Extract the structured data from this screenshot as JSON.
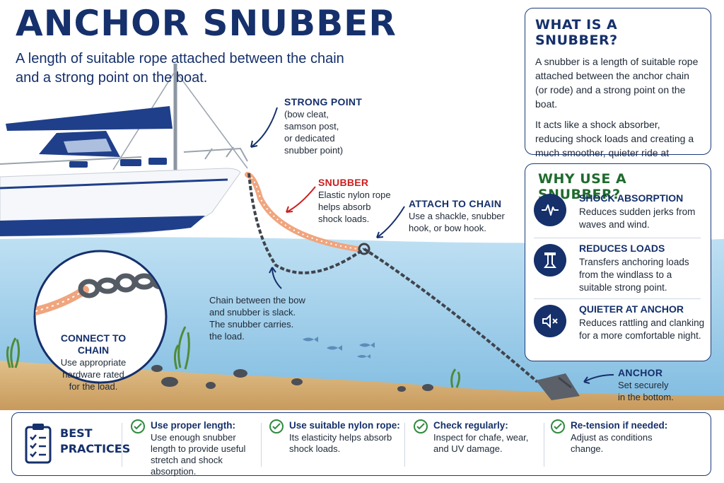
{
  "header": {
    "title": "ANCHOR SNUBBER",
    "subtitle": "A length of suitable rope attached between the chain and a strong point on the boat."
  },
  "callouts": {
    "strong_point": {
      "heading": "STRONG POINT",
      "body": "(bow cleat,\nsamson post,\nor dedicated\nsnubber point)"
    },
    "snubber": {
      "heading": "SNUBBER",
      "body": "Elastic nylon rope\nhelps absorb\nshock loads."
    },
    "attach": {
      "heading": "ATTACH TO CHAIN",
      "body": "Use a shackle, snubber\nhook, or bow hook."
    },
    "slack": {
      "body": "Chain between the bow\nand snubber is slack.\nThe snubber carries.\nthe load."
    },
    "anchor": {
      "heading": "ANCHOR",
      "body": "Set securely\nin the bottom."
    },
    "connect": {
      "heading": "CONNECT TO CHAIN",
      "body": "Use appropriate\nhardware rated\nfor the load."
    }
  },
  "what_card": {
    "title": "WHAT IS A SNUBBER?",
    "para1": "A snubber is a length of suitable rope attached between the anchor chain (or rode) and a strong point on the boat.",
    "para2": "It acts like a shock absorber, reducing shock loads and creating a much smoother, quieter ride at anchor."
  },
  "why_card": {
    "title": "WHY USE A SNUBBER?",
    "items": [
      {
        "icon": "waveform-icon",
        "heading": "SHOCK ABSORPTION",
        "body": "Reduces sudden jerks from waves and wind."
      },
      {
        "icon": "weight-icon",
        "heading": "REDUCES LOADS",
        "body": "Transfers anchoring loads from the windlass to a suitable strong point."
      },
      {
        "icon": "mute-speaker-icon",
        "heading": "QUIETER AT ANCHOR",
        "body": "Reduces rattling and clanking for a more comfortable night."
      }
    ]
  },
  "best_practices": {
    "heading_line1": "BEST",
    "heading_line2": "PRACTICES",
    "items": [
      {
        "heading": "Use proper length:",
        "body": "Use enough snubber length to provide useful stretch and shock absorption."
      },
      {
        "heading": "Use suitable nylon rope:",
        "body": "Its elasticity helps absorb shock loads."
      },
      {
        "heading": "Check regularly:",
        "body": "Inspect for chafe, wear, and UV damage."
      },
      {
        "heading": "Re-tension if needed:",
        "body": "Adjust as conditions change."
      }
    ]
  },
  "colors": {
    "navy": "#15306b",
    "red": "#cc1f1f",
    "green": "#2e8b3d",
    "water": "#a9d3ec",
    "sand": "#d8b47a",
    "rope": "#f0a57e"
  }
}
